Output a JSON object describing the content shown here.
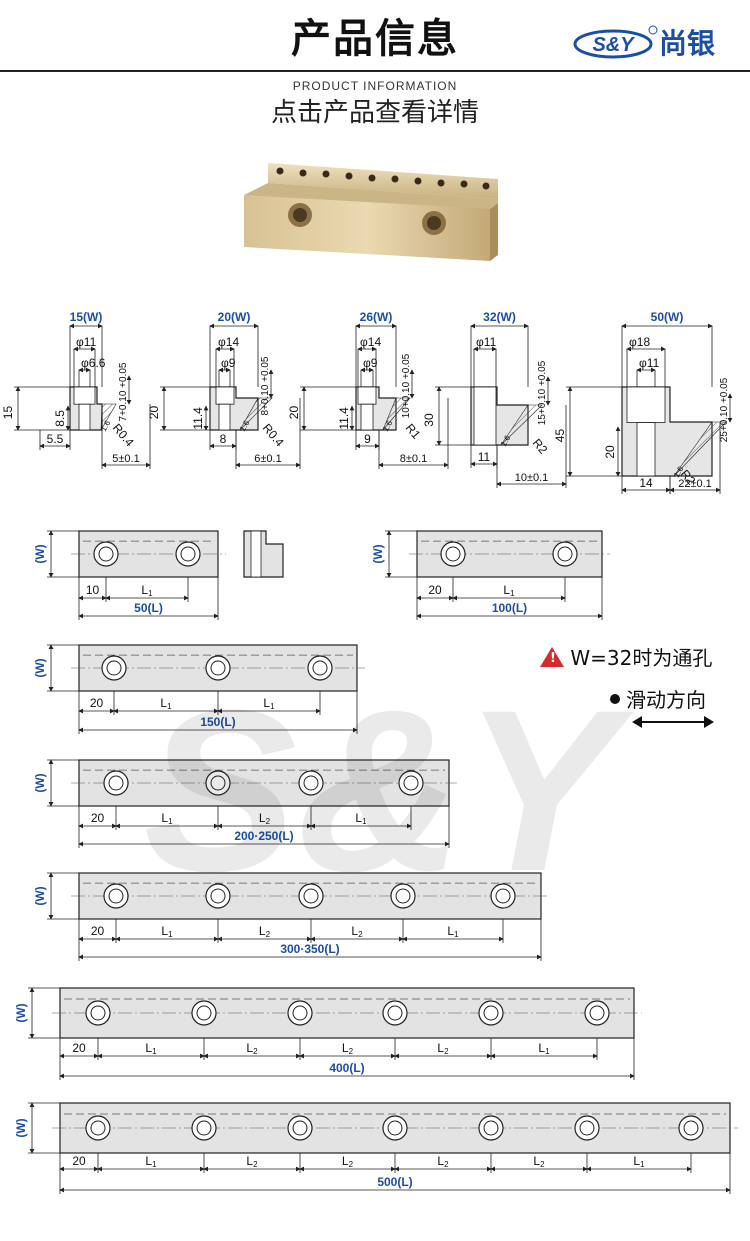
{
  "header": {
    "title": "产品信息",
    "brand_logo": "S&Y",
    "brand_name": "尚银"
  },
  "subtitle": {
    "english": "PRODUCT INFORMATION",
    "chinese": "点击产品查看详情"
  },
  "profiles": [
    {
      "width": "15(W)",
      "d1": "φ11",
      "d2": "φ6.6",
      "h": "15",
      "h2": "8.5",
      "depth": "7+0.10 +0.05",
      "base": "5.5",
      "rad": "R0.4",
      "off": "5±0.1"
    },
    {
      "width": "20(W)",
      "d1": "φ14",
      "d2": "φ9",
      "h": "20",
      "h2": "11.4",
      "depth": "8+0.10 +0.05",
      "base": "8",
      "rad": "R0.4",
      "off": "6±0.1"
    },
    {
      "width": "26(W)",
      "d1": "φ14",
      "d2": "φ9",
      "h": "20",
      "h2": "11.4",
      "depth": "10+0.10 +0.05",
      "base": "9",
      "rad": "R1",
      "off": "8±0.1"
    },
    {
      "width": "32(W)",
      "d1": "φ11",
      "d2": "",
      "h": "30",
      "h2": "",
      "depth": "15+0.10 +0.05",
      "base": "11",
      "rad": "R2",
      "off": "10±0.1"
    },
    {
      "width": "50(W)",
      "d1": "φ18",
      "d2": "φ11",
      "h": "45",
      "h2": "20",
      "depth": "25+0.10 +0.05",
      "base": "14",
      "rad": "R2",
      "off": "22±0.1"
    }
  ],
  "finish": "1.6",
  "bars": [
    {
      "length": "50(L)",
      "first": "10",
      "segs": [
        "L1"
      ]
    },
    {
      "length": "100(L)",
      "first": "20",
      "segs": [
        "L1"
      ]
    },
    {
      "length": "150(L)",
      "first": "20",
      "segs": [
        "L1",
        "L1"
      ]
    },
    {
      "length": "200·250(L)",
      "first": "20",
      "segs": [
        "L1",
        "L2",
        "L1"
      ]
    },
    {
      "length": "300·350(L)",
      "first": "20",
      "segs": [
        "L1",
        "L2",
        "L2",
        "L1"
      ]
    },
    {
      "length": "400(L)",
      "first": "20",
      "segs": [
        "L1",
        "L2",
        "L2",
        "L2",
        "L1"
      ]
    },
    {
      "length": "500(L)",
      "first": "20",
      "segs": [
        "L1",
        "L2",
        "L2",
        "L2",
        "L2",
        "L1"
      ]
    }
  ],
  "width_label": "(W)",
  "notes": {
    "warning": "W=32时为通孔",
    "direction": "滑动方向"
  },
  "colors": {
    "accent_blue": "#1c4fa3",
    "warning_red": "#d42b2b",
    "bar_fill": "#e3e3e3"
  }
}
